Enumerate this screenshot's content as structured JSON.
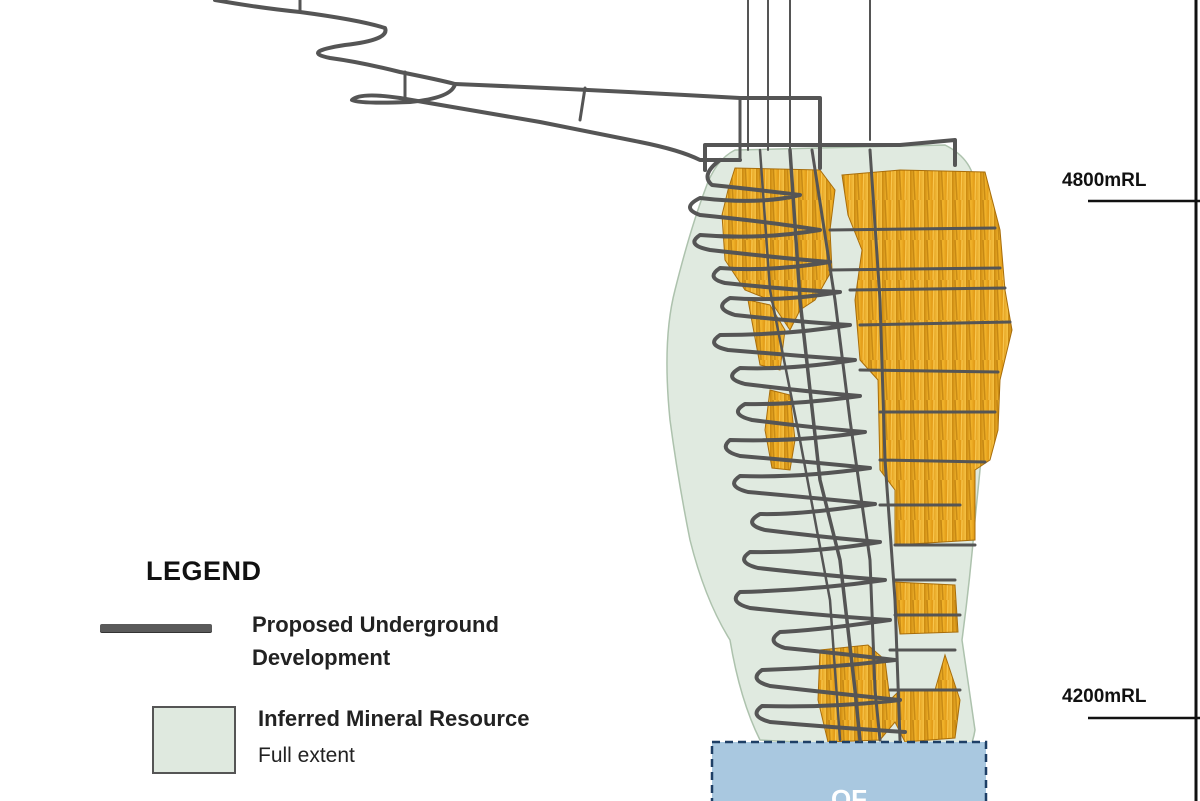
{
  "elevations": [
    {
      "label": "4800mRL"
    },
    {
      "label": "4200mRL"
    }
  ],
  "legend": {
    "title": "LEGEND",
    "development_label": "Proposed Underground\nDevelopment",
    "inferred_label": "Inferred Mineral Resource",
    "inferred_sublabel": "Full extent"
  },
  "bottom_box_label": "OF",
  "colors": {
    "ore": "#e8a21a",
    "ore_dark": "#b8780e",
    "inferred": "#dde8dd",
    "development": "#5a5a5a",
    "bottom_box": "#a9c8e0"
  }
}
